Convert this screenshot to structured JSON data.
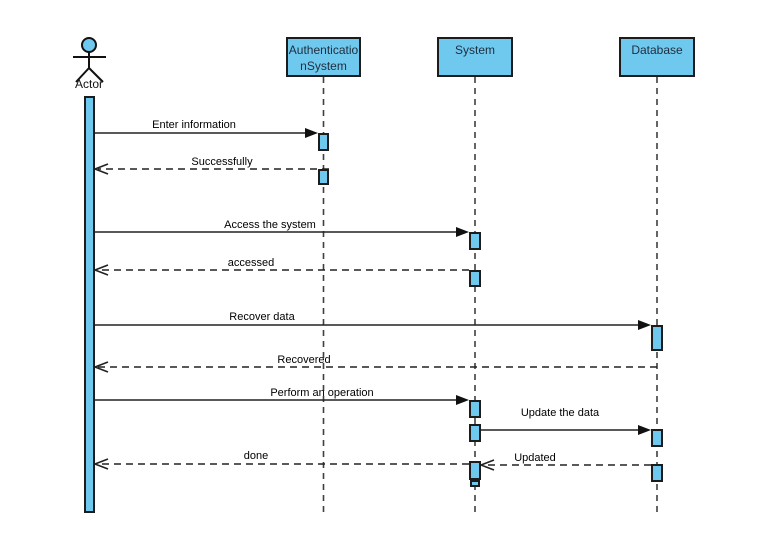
{
  "diagram": {
    "type": "uml-sequence-diagram",
    "actor": {
      "label": "Actor"
    },
    "lifelines": [
      {
        "name": "AuthenticationSystem"
      },
      {
        "name": "System"
      },
      {
        "name": "Database"
      }
    ],
    "messages": [
      {
        "label": "Enter information",
        "from": "Actor",
        "to": "AuthenticationSystem",
        "kind": "sync"
      },
      {
        "label": "Successfully",
        "from": "AuthenticationSystem",
        "to": "Actor",
        "kind": "return"
      },
      {
        "label": "Access the system",
        "from": "Actor",
        "to": "System",
        "kind": "sync"
      },
      {
        "label": "accessed",
        "from": "System",
        "to": "Actor",
        "kind": "return"
      },
      {
        "label": "Recover data",
        "from": "Actor",
        "to": "Database",
        "kind": "sync"
      },
      {
        "label": "Recovered",
        "from": "Database",
        "to": "Actor",
        "kind": "return"
      },
      {
        "label": "Perform an operation",
        "from": "Actor",
        "to": "System",
        "kind": "sync"
      },
      {
        "label": "Update the data",
        "from": "System",
        "to": "Database",
        "kind": "sync"
      },
      {
        "label": "done",
        "from": "System",
        "to": "Actor",
        "kind": "return"
      },
      {
        "label": "Updated",
        "from": "Database",
        "to": "System",
        "kind": "return"
      }
    ],
    "colors": {
      "shape_fill": "#6FC9EF",
      "shape_border": "#1c1c1c",
      "background": "#ffffff"
    }
  }
}
